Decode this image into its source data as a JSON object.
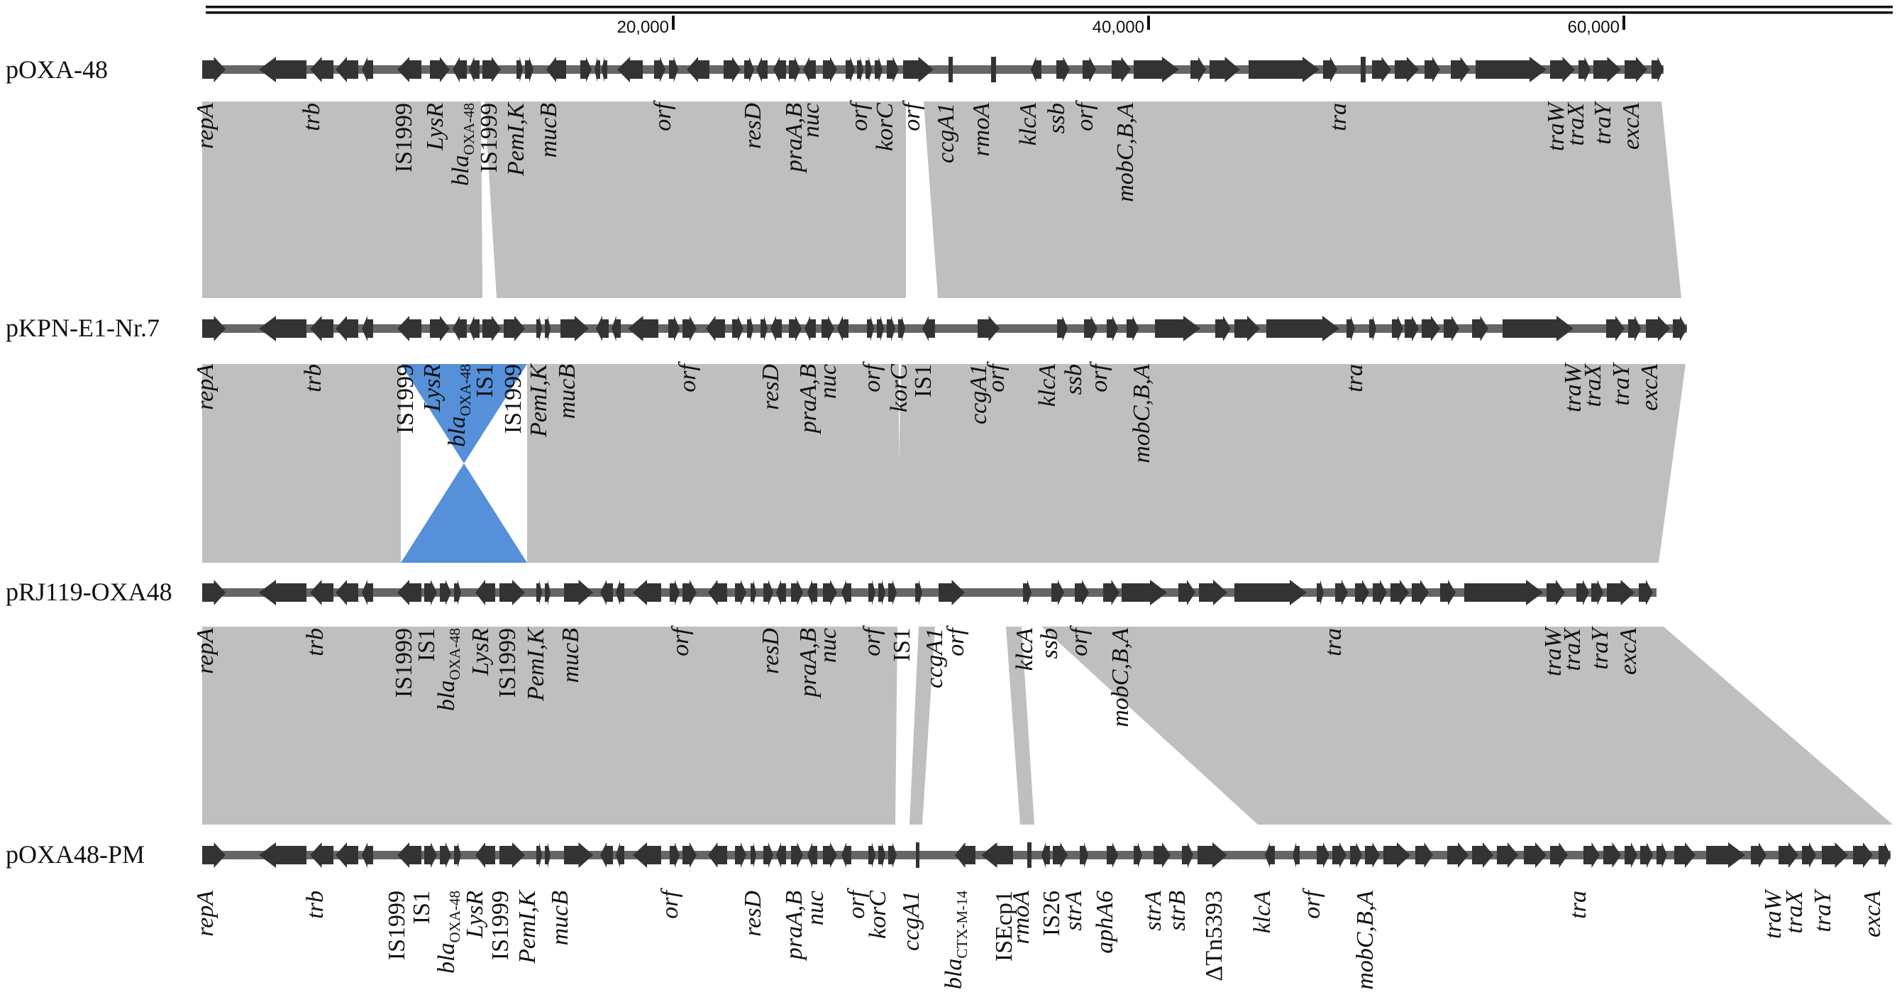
{
  "scale": {
    "ticks": [
      "20,000",
      "40,000",
      "60,000"
    ],
    "positions_bp": [
      20000,
      40000,
      60000
    ],
    "max_bp": 70000
  },
  "colors": {
    "gene": "#333333",
    "backbone": "#666666",
    "homology": "#bfbfbf",
    "inversion": "#5590d9"
  },
  "plasmids": [
    {
      "name": "pOXA-48",
      "labels": [
        {
          "t": "repA"
        },
        {
          "t": "trb"
        },
        {
          "t": "IS1999",
          "up": true
        },
        {
          "t": "LysR"
        },
        {
          "t": "bla",
          "sub": "OXA-48"
        },
        {
          "t": "IS1999",
          "up": true
        },
        {
          "t": "PemI,K"
        },
        {
          "t": "mucB"
        },
        {
          "t": "orf"
        },
        {
          "t": "resD"
        },
        {
          "t": "praA,B"
        },
        {
          "t": "nuc"
        },
        {
          "t": "orf"
        },
        {
          "t": "korC"
        },
        {
          "t": "orf"
        },
        {
          "t": "ccgA1"
        },
        {
          "t": "rmoA"
        },
        {
          "t": "klcA"
        },
        {
          "t": "ssb"
        },
        {
          "t": "orf"
        },
        {
          "t": "mobC,B,A"
        },
        {
          "t": "tra"
        },
        {
          "t": "traW"
        },
        {
          "t": "traX"
        },
        {
          "t": "traY"
        },
        {
          "t": "excA"
        }
      ]
    },
    {
      "name": "pKPN-E1-Nr.7",
      "labels": [
        {
          "t": "repA"
        },
        {
          "t": "trb"
        },
        {
          "t": "IS1999",
          "up": true
        },
        {
          "t": "LysR"
        },
        {
          "t": "bla",
          "sub": "OXA-48"
        },
        {
          "t": "IS1",
          "up": true
        },
        {
          "t": "IS1999",
          "up": true
        },
        {
          "t": "PemI,K"
        },
        {
          "t": "mucB"
        },
        {
          "t": "orf"
        },
        {
          "t": "resD"
        },
        {
          "t": "praA,B"
        },
        {
          "t": "nuc"
        },
        {
          "t": "orf"
        },
        {
          "t": "korC"
        },
        {
          "t": "IS1",
          "up": true
        },
        {
          "t": "ccgA1"
        },
        {
          "t": "orf"
        },
        {
          "t": "klcA"
        },
        {
          "t": "ssb"
        },
        {
          "t": "orf"
        },
        {
          "t": "mobC,B,A"
        },
        {
          "t": "tra"
        },
        {
          "t": "traW"
        },
        {
          "t": "traX"
        },
        {
          "t": "traY"
        },
        {
          "t": "excA"
        }
      ]
    },
    {
      "name": "pRJ119-OXA48",
      "labels": [
        {
          "t": "repA"
        },
        {
          "t": "trb"
        },
        {
          "t": "IS1999",
          "up": true
        },
        {
          "t": "IS1",
          "up": true
        },
        {
          "t": "bla",
          "sub": "OXA-48"
        },
        {
          "t": "LysR"
        },
        {
          "t": "IS1999",
          "up": true
        },
        {
          "t": "PemI,K"
        },
        {
          "t": "mucB"
        },
        {
          "t": "orf"
        },
        {
          "t": "resD"
        },
        {
          "t": "praA,B"
        },
        {
          "t": "nuc"
        },
        {
          "t": "orf"
        },
        {
          "t": "IS1",
          "up": true
        },
        {
          "t": "ccgA1"
        },
        {
          "t": "orf"
        },
        {
          "t": "klcA"
        },
        {
          "t": "ssb"
        },
        {
          "t": "orf"
        },
        {
          "t": "mobC,B,A"
        },
        {
          "t": "tra"
        },
        {
          "t": "traW"
        },
        {
          "t": "traX"
        },
        {
          "t": "traY"
        },
        {
          "t": "excA"
        }
      ]
    },
    {
      "name": "pOXA48-PM",
      "labels": [
        {
          "t": "repA"
        },
        {
          "t": "trb"
        },
        {
          "t": "IS1999",
          "up": true
        },
        {
          "t": "IS1",
          "up": true
        },
        {
          "t": "bla",
          "sub": "OXA-48"
        },
        {
          "t": "LysR"
        },
        {
          "t": "IS1999",
          "up": true
        },
        {
          "t": "PemI,K"
        },
        {
          "t": "mucB"
        },
        {
          "t": "orf"
        },
        {
          "t": "resD"
        },
        {
          "t": "praA,B"
        },
        {
          "t": "nuc"
        },
        {
          "t": "orf"
        },
        {
          "t": "korC"
        },
        {
          "t": "ccgA1"
        },
        {
          "t": "bla",
          "sub": "CTX-M-14"
        },
        {
          "t": "ISEcp1",
          "up": true
        },
        {
          "t": "rmoA"
        },
        {
          "t": "IS26",
          "up": true
        },
        {
          "t": "strA"
        },
        {
          "t": "aphA6"
        },
        {
          "t": "strA"
        },
        {
          "t": "strB"
        },
        {
          "t": "ΔTn5393",
          "up": true
        },
        {
          "t": "klcA"
        },
        {
          "t": "orf"
        },
        {
          "t": "mobC,B,A"
        },
        {
          "t": "tra"
        },
        {
          "t": "traW"
        },
        {
          "t": "traX"
        },
        {
          "t": "traY"
        },
        {
          "t": "excA"
        }
      ]
    }
  ]
}
